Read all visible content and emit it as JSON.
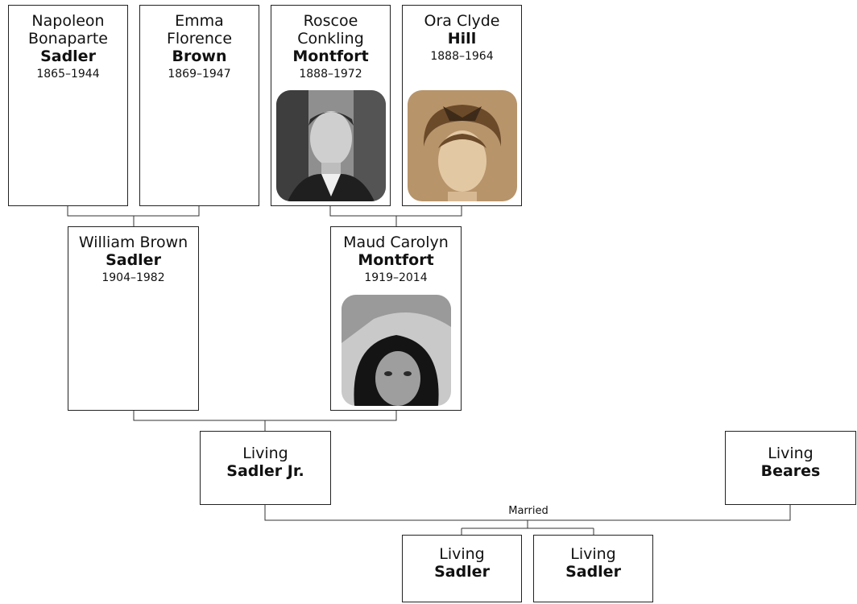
{
  "people": {
    "napoleon": {
      "given": "Napoleon Bonaparte",
      "surname": "Sadler",
      "dates": "1865–1944"
    },
    "emma": {
      "given": "Emma Florence",
      "surname": "Brown",
      "dates": "1869–1947"
    },
    "roscoe": {
      "given": "Roscoe Conkling",
      "surname": "Montfort",
      "dates": "1888–1972"
    },
    "ora": {
      "given": "Ora Clyde",
      "surname": "Hill",
      "dates": "1888–1964"
    },
    "william": {
      "given": "William Brown",
      "surname": "Sadler",
      "dates": "1904–1982"
    },
    "maud": {
      "given": "Maud Carolyn",
      "surname": "Montfort",
      "dates": "1919–2014"
    },
    "living_jr": {
      "given": "Living",
      "surname": "Sadler Jr."
    },
    "beares": {
      "given": "Living",
      "surname": "Beares"
    },
    "child1": {
      "given": "Living",
      "surname": "Sadler"
    },
    "child2": {
      "given": "Living",
      "surname": "Sadler"
    }
  },
  "relationship_label": "Married"
}
